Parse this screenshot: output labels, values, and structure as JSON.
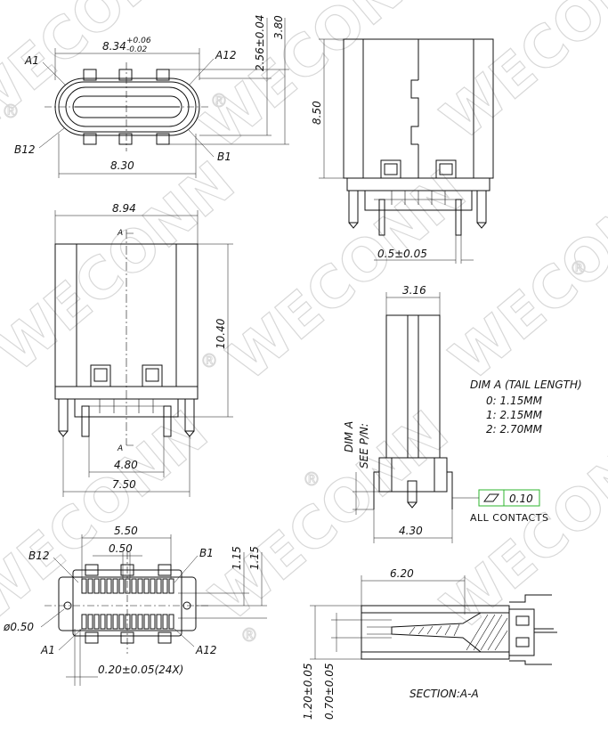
{
  "watermark": {
    "text": "WECONN",
    "reg": "®"
  },
  "top_view": {
    "dim_top": "8.34",
    "tol_plus": "+0.06",
    "tol_minus": "-0.02",
    "dim_bottom": "8.30",
    "dim_right_a": "2.56±0.04",
    "dim_right_b": "3.80",
    "label_a1": "A1",
    "label_a12": "A12",
    "label_b12": "B12",
    "label_b1": "B1"
  },
  "side_view": {
    "dim_height": "8.50",
    "dim_pitch": "0.5±0.05"
  },
  "front_view": {
    "dim_width": "8.94",
    "dim_height": "10.40",
    "dim_inner": "4.80",
    "dim_outer": "7.50",
    "section_mark": "A"
  },
  "narrow_view": {
    "dim_width": "3.16",
    "dim_base": "4.30",
    "dim_a_label": "DIM A",
    "see_pn": "SEE P/N:",
    "tail_title": "DIM A (TAIL LENGTH)",
    "tail_rows": [
      "0: 1.15MM",
      "1: 2.15MM",
      "2: 2.70MM"
    ],
    "flatness_value": "0.10",
    "all_contacts": "ALL CONTACTS"
  },
  "footprint_view": {
    "dim_550": "5.50",
    "dim_050": "0.50",
    "dim_115a": "1.15",
    "dim_115b": "1.15",
    "dim_hole": "ø0.50",
    "dim_pin": "0.20±0.05(24X)",
    "label_b12": "B12",
    "label_b1": "B1",
    "label_a1": "A1",
    "label_a12": "A12"
  },
  "section_view": {
    "dim_width": "6.20",
    "dim_120": "1.20±0.05",
    "dim_070": "0.70±0.05",
    "caption": "SECTION:A-A"
  }
}
